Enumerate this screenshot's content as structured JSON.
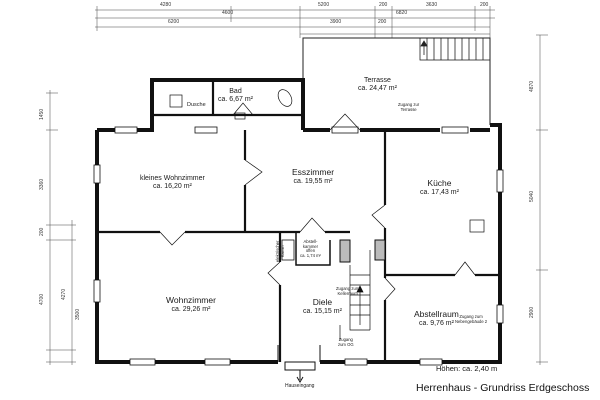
{
  "title": "Herrenhaus - Grundriss Erdgeschoss",
  "height_note": "Höhen: ca. 2,40 m",
  "rooms": {
    "bad": {
      "name": "Bad",
      "area": "ca. 6,67 m²"
    },
    "dusche": {
      "name": "Dusche"
    },
    "terrasse": {
      "name": "Terrasse",
      "area": "ca. 24,47 m²"
    },
    "kleines_wohnzimmer": {
      "name": "kleines Wohnzimmer",
      "area": "ca. 16,20 m²"
    },
    "esszimmer": {
      "name": "Esszimmer",
      "area": "ca. 19,55 m²"
    },
    "kueche": {
      "name": "Küche",
      "area": "ca. 17,43 m²"
    },
    "wohnzimmer": {
      "name": "Wohnzimmer",
      "area": "ca. 29,26 m²"
    },
    "diele": {
      "name": "Diele",
      "area": "ca. 15,15 m²"
    },
    "abstellraum": {
      "name": "Abstellraum",
      "area": "ca. 9,76 m²"
    },
    "abstellkammer": {
      "line1": "Abstell-",
      "line2": "kammer",
      "line3": "offen",
      "line4": "ca. 1,74 m²"
    }
  },
  "labels": {
    "zugang_terrasse": {
      "line1": "Zugang zur",
      "line2": "Terrasse"
    },
    "zugang_keller": {
      "line1": "Zugang zum",
      "line2": "Kellerraum"
    },
    "zugang_og": {
      "line1": "Zugang",
      "line2": "zum OG"
    },
    "zugang_nebengebaeude": {
      "line1": "Zugang zum",
      "line2": "Nebengebäude 2"
    },
    "kamin": {
      "line1": "elektrischer",
      "line2": "Kamin"
    },
    "hauseingang": "Hauseingang"
  },
  "dimensions": {
    "top": [
      "4280",
      "4600",
      "5200",
      "200",
      "3630",
      "200",
      "6820",
      "6200",
      "3900",
      "200"
    ],
    "left": [
      "1450",
      "3360",
      "200",
      "4700",
      "4270",
      "3500"
    ],
    "right": [
      "4870",
      "5040",
      "2900"
    ]
  }
}
